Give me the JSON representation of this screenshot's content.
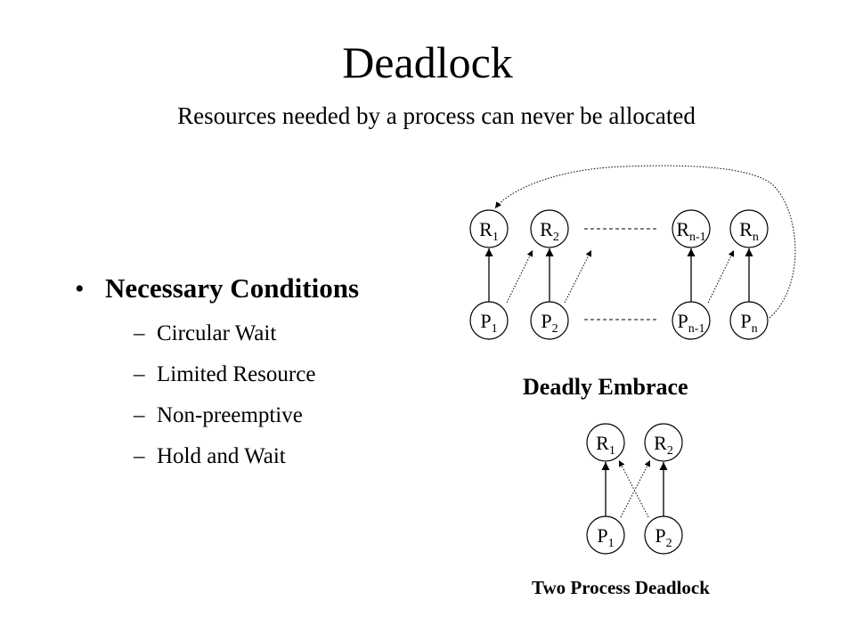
{
  "title": "Deadlock",
  "subtitle": "Resources needed by a process can never be allocated",
  "conditions": {
    "bullet": "•",
    "heading": "Necessary Conditions",
    "dash": "–",
    "items": [
      "Circular Wait",
      "Limited Resource",
      "Non-preemptive",
      "Hold and Wait"
    ]
  },
  "deadly_embrace": {
    "caption": "Deadly Embrace",
    "resources": [
      {
        "base": "R",
        "sub": "1"
      },
      {
        "base": "R",
        "sub": "2"
      },
      {
        "base": "R",
        "sub": "n-1"
      },
      {
        "base": "R",
        "sub": "n"
      }
    ],
    "processes": [
      {
        "base": "P",
        "sub": "1"
      },
      {
        "base": "P",
        "sub": "2"
      },
      {
        "base": "P",
        "sub": "n-1"
      },
      {
        "base": "P",
        "sub": "n"
      }
    ]
  },
  "two_process": {
    "caption": "Two Process Deadlock",
    "resources": [
      {
        "base": "R",
        "sub": "1"
      },
      {
        "base": "R",
        "sub": "2"
      }
    ],
    "processes": [
      {
        "base": "P",
        "sub": "1"
      },
      {
        "base": "P",
        "sub": "2"
      }
    ]
  }
}
